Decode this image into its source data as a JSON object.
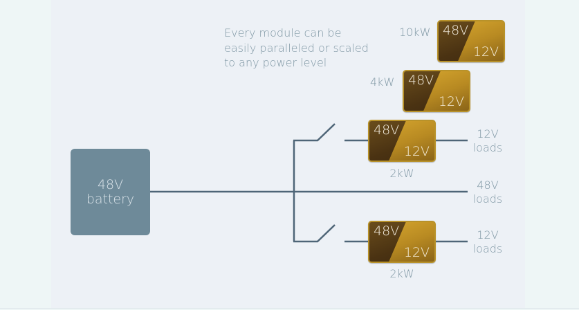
{
  "caption": {
    "lines": [
      "Every module can be",
      "easily paralleled or scaled",
      "to any power level"
    ]
  },
  "battery": {
    "line1": "48V",
    "line2": "battery"
  },
  "modules": [
    {
      "id": "10kw",
      "power_label": "10kW",
      "input_voltage": "48V",
      "output_voltage": "12V"
    },
    {
      "id": "4kw",
      "power_label": "4kW",
      "input_voltage": "48V",
      "output_voltage": "12V"
    },
    {
      "id": "2kw-upper",
      "power_label": "2kW",
      "input_voltage": "48V",
      "output_voltage": "12V"
    },
    {
      "id": "2kw-lower",
      "power_label": "2kW",
      "input_voltage": "48V",
      "output_voltage": "12V"
    }
  ],
  "loads": [
    {
      "voltage": "12V",
      "label": "loads"
    },
    {
      "voltage": "48V",
      "label": "loads"
    },
    {
      "voltage": "12V",
      "label": "loads"
    }
  ],
  "colors": {
    "wire": "#4e6577",
    "battery": "#6e8a99",
    "text": "#7e96a3",
    "module_gold": "#d9a930",
    "module_dark": "#4a3212"
  }
}
